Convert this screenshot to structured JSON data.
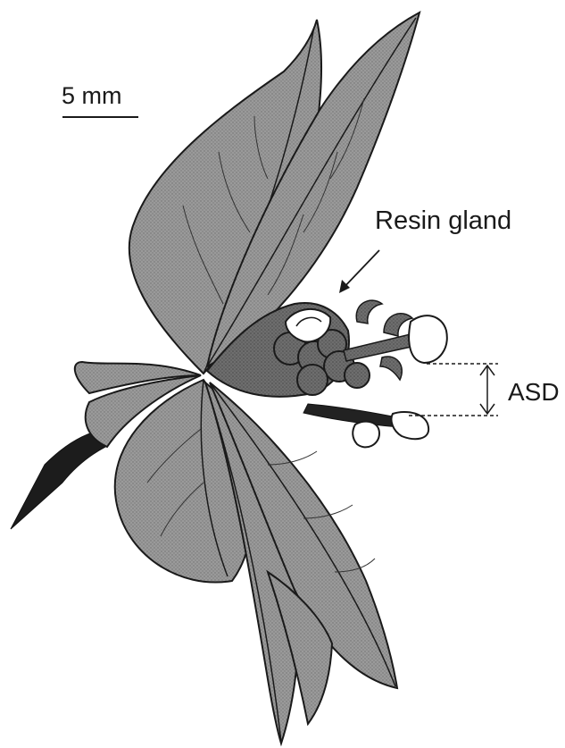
{
  "figure": {
    "scale_bar_label": "5 mm",
    "resin_gland_label": "Resin gland",
    "asd_label": "ASD"
  },
  "colors": {
    "leaf_fill": "#8f8f8f",
    "leaf_fill_light": "#a6a6a6",
    "outline": "#1a1a1a",
    "gland_fill": "#6e6e6e",
    "background": "#ffffff"
  },
  "icons": {
    "pointer_arrow": "arrow-icon",
    "dimension_marker": "double-arrow-icon"
  }
}
